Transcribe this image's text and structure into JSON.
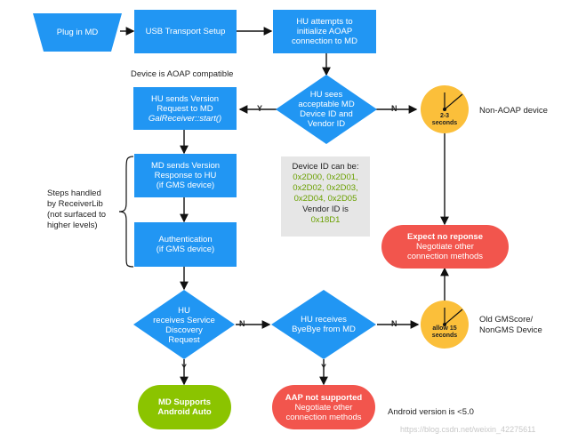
{
  "nodes": {
    "plug_in": "Plug in MD",
    "usb_setup": "USB Transport Setup",
    "hu_attempts": [
      "HU attempts to",
      "initialize AOAP",
      "connection to MD"
    ],
    "hu_sees": [
      "HU sees",
      "acceptable MD",
      "Device ID and",
      "Vendor ID"
    ],
    "version_request": [
      "HU sends Version",
      "Request to MD"
    ],
    "version_request_call": "GalReceiver::start()",
    "version_response": [
      "MD sends Version",
      "Response to HU",
      "(if GMS device)"
    ],
    "authentication": [
      "Authentication",
      "(if GMS device)"
    ],
    "service_discovery": [
      "HU",
      "receives Service",
      "Discovery",
      "Request"
    ],
    "byebye": [
      "HU receives",
      "ByeBye from MD"
    ],
    "md_supports": [
      "MD Supports",
      "Android Auto"
    ],
    "aap_not_supported": "AAP not supported",
    "aap_negotiate": [
      "Negotiate other",
      "connection methods"
    ],
    "expect_no_response": "Expect no reponse",
    "expect_negotiate": [
      "Negotiate other",
      "connection methods"
    ]
  },
  "timers": {
    "first": [
      "2-3",
      "seconds"
    ],
    "second": [
      "allow 15",
      "seconds"
    ]
  },
  "labels": {
    "aoap_compatible": "Device is AOAP compatible",
    "non_aoap": "Non-AOAP device",
    "steps_handled": [
      "Steps handled",
      "by ReceiverLib",
      "(not surfaced to",
      "higher levels)"
    ],
    "old_gmscore": [
      "Old GMScore/",
      "NonGMS Device"
    ],
    "android_version": "Android version is <5.0",
    "watermark": "https://blog.csdn.net/weixin_42275611"
  },
  "branches": {
    "yes": "Y",
    "no": "N"
  },
  "device_info": {
    "device_id_heading": "Device ID can be:",
    "device_ids": [
      "0x2D00, 0x2D01,",
      "0x2D02, 0x2D03,",
      "0x2D04, 0x2D05"
    ],
    "vendor_id_heading": "Vendor ID is",
    "vendor_id": "0x18D1"
  },
  "colors": {
    "process": "#2196f3",
    "success": "#8bc400",
    "failure": "#f2554d",
    "timer": "#fbbf3a",
    "info_box": "#e6e6e6"
  }
}
